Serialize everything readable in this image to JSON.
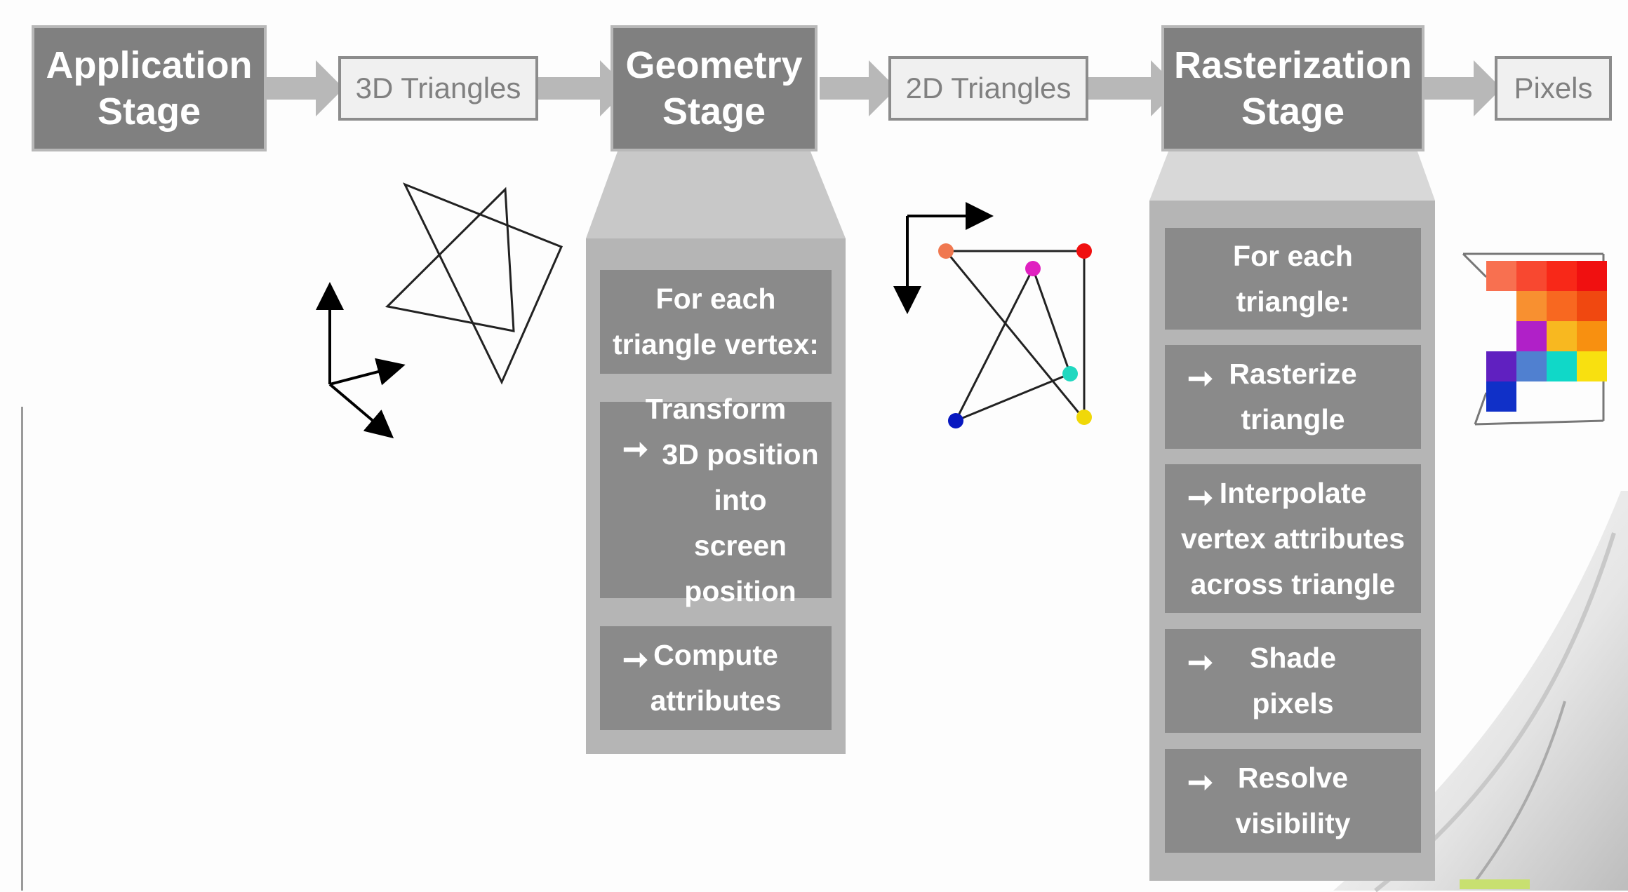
{
  "stages": {
    "application": "Application\nStage",
    "geometry": "Geometry\nStage",
    "rasterization": "Rasterization\nStage"
  },
  "data_flow": {
    "d3_triangles": "3D Triangles",
    "d2_triangles": "2D Triangles",
    "pixels": "Pixels"
  },
  "geometry_panel": {
    "header": "For each\ntriangle vertex:",
    "steps": [
      "Transform\n3D position\ninto\nscreen position",
      "Compute\nattributes"
    ]
  },
  "raster_panel": {
    "header": "For each\ntriangle:",
    "steps": [
      "Rasterize\ntriangle",
      "Interpolate\nvertex attributes\nacross triangle",
      "Shade\npixels",
      "Resolve\nvisibility"
    ]
  },
  "colors": {
    "stage_box": "#808080",
    "panel": "#b5b5b5",
    "step": "#8a8a8a",
    "arrow": "#b8b8b8",
    "vertex_colors": [
      "#f07850",
      "#e020c0",
      "#f01010",
      "#20d8c0",
      "#0818c0",
      "#f0d808"
    ],
    "pixel_grid": [
      [
        "#f87050",
        "#f84830",
        "#f82818",
        "#f01010"
      ],
      [
        "",
        "#f89030",
        "#f86820",
        "#f04810"
      ],
      [
        "",
        "#b020c8",
        "#f8b820",
        "#f89010"
      ],
      [
        "#6020c0",
        "#5080d0",
        "#10d8c8",
        "#f8e010"
      ],
      [
        "#1030c8",
        "",
        "",
        ""
      ]
    ]
  },
  "icons": [
    "arrow-right-icon"
  ]
}
